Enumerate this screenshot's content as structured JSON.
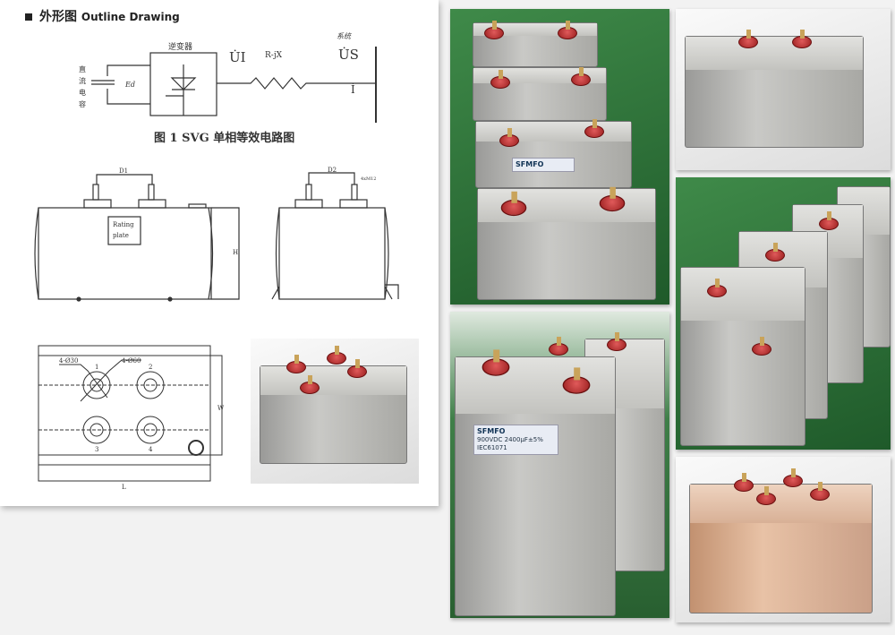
{
  "heading": {
    "cn": "外形图",
    "en": "Outline Drawing"
  },
  "circuit": {
    "inverter_label": "逆变器",
    "dc_cap_label": [
      "直",
      "流",
      "电",
      "容"
    ],
    "ed_label": "Ed",
    "u1_label": "U̇I",
    "impedance_label": "R-jX",
    "system_label": "系统",
    "us_label": "U̇S",
    "current_label": "İ",
    "caption": "图 1   SVG 单相等效电路图"
  },
  "drawing": {
    "d1": "D1",
    "d2": "D2",
    "rating_plate": [
      "Rating",
      "plate"
    ],
    "h": "H",
    "bolt_small": "4-Ø30",
    "bolt_large": "4-Ø60",
    "terminals": [
      "1",
      "2",
      "3",
      "4"
    ],
    "w": "W",
    "l": "L",
    "m12": "4xM12"
  },
  "product_label": {
    "brand": "SFMFO",
    "rating": "900VDC 2400μF±5%",
    "standard": "IEC61071"
  },
  "colors": {
    "green_bg": "#2e6e3a",
    "terminal_red": "#b83030",
    "case": "#b8b8b4"
  }
}
